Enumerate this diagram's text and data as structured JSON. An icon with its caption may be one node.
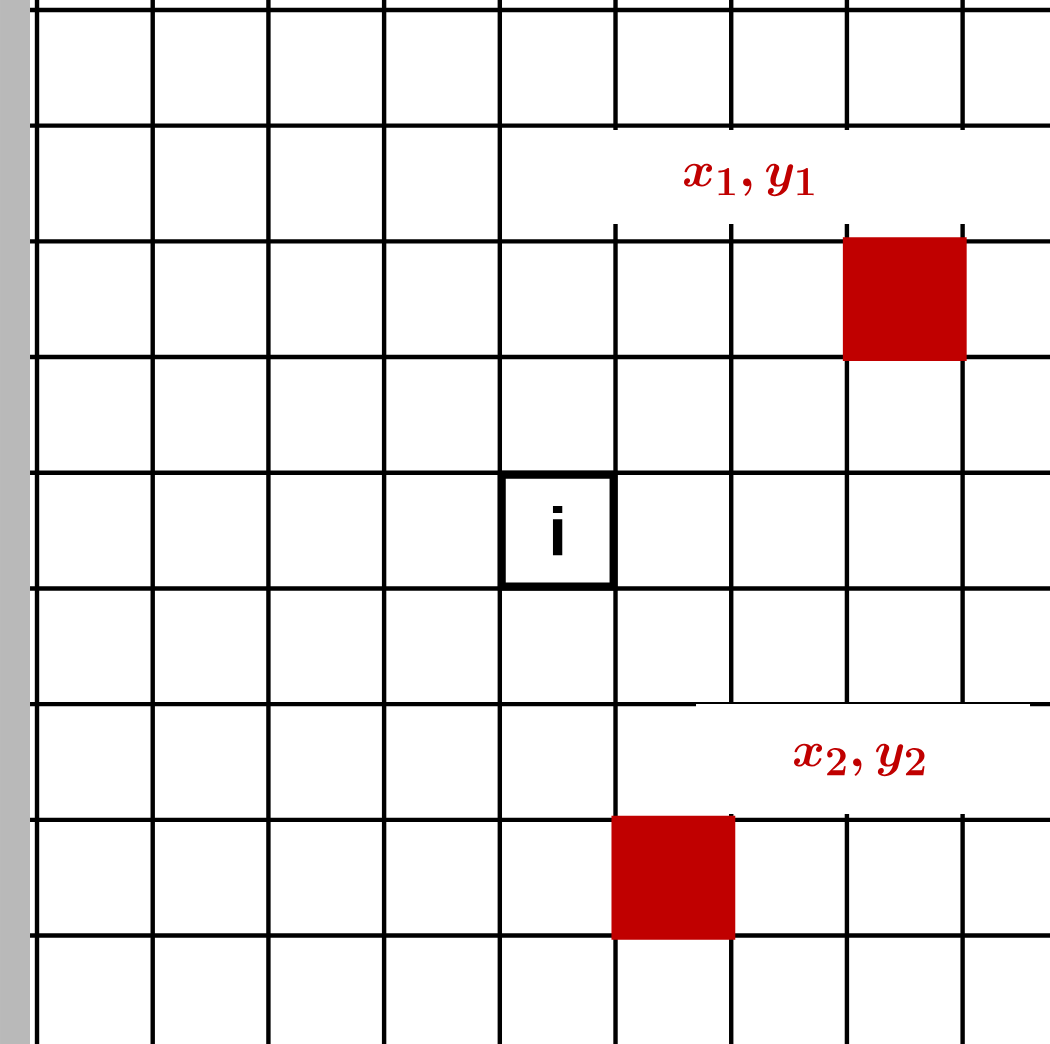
{
  "diagram": {
    "nodes": [
      {
        "text": [],
        "shape": "box",
        "beside": [
          "x_1, y_1"
        ]
      },
      {
        "text": [
          "i"
        ]
      },
      {
        "text": [],
        "shape": "box",
        "beside": [
          "x_2, y_2"
        ]
      }
    ]
  }
}
